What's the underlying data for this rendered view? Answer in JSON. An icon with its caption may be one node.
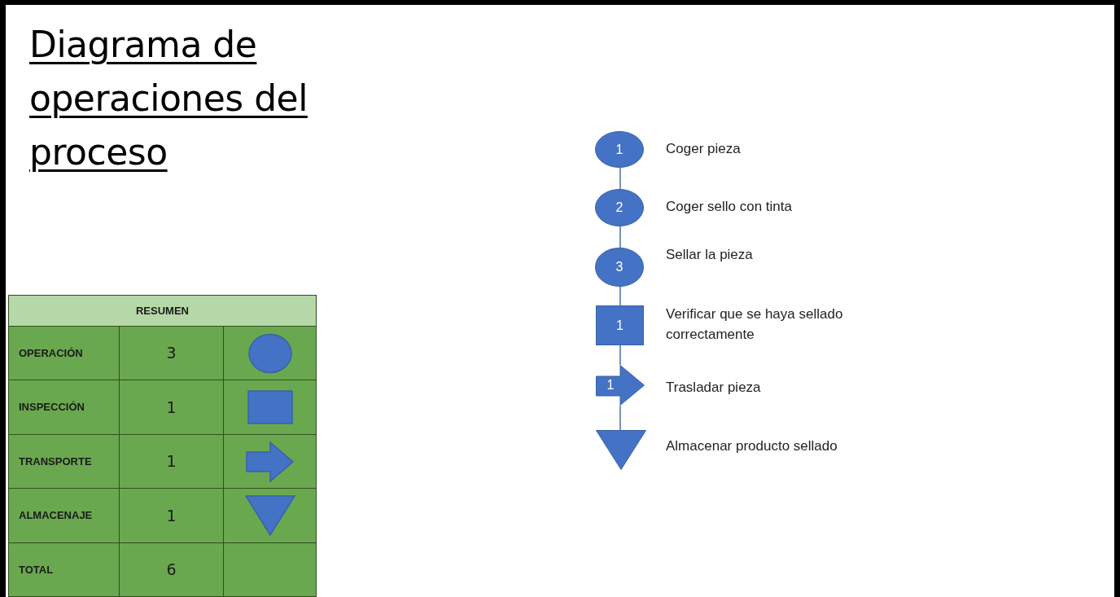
{
  "diagram": {
    "title": "Diagrama de operaciones del proceso",
    "nodes": [
      {
        "text": [
          "1"
        ],
        "beside": [
          "Coger pieza"
        ]
      },
      {
        "text": [
          "2"
        ],
        "beside": [
          "Coger sello con tinta"
        ]
      },
      {
        "text": [
          "3"
        ],
        "beside": [
          "Sellar la pieza"
        ]
      },
      {
        "text": [
          "1"
        ],
        "beside": [
          "Verificar que se haya sellado correctamente"
        ]
      },
      {
        "text": [
          "1"
        ],
        "beside": [
          "Trasladar pieza"
        ]
      },
      {
        "text": [],
        "shape": "triangle",
        "beside": [
          "Almacenar producto sellado"
        ]
      }
    ],
    "edges": [
      {
        "from": 0,
        "to": 1,
        "arrow": "none"
      },
      {
        "from": 1,
        "to": 2,
        "arrow": "none"
      },
      {
        "from": 2,
        "to": 3,
        "arrow": "none"
      },
      {
        "from": 3,
        "to": 4,
        "arrow": "none"
      },
      {
        "from": 4,
        "to": 5,
        "arrow": "none"
      }
    ],
    "labels": [
      "RESUMEN",
      "OPERACIÓN",
      "3",
      "INSPECCIÓN",
      "1",
      "TRANSPORTE",
      "1",
      "ALMACENAJE",
      "1",
      "TOTAL",
      "6"
    ]
  }
}
